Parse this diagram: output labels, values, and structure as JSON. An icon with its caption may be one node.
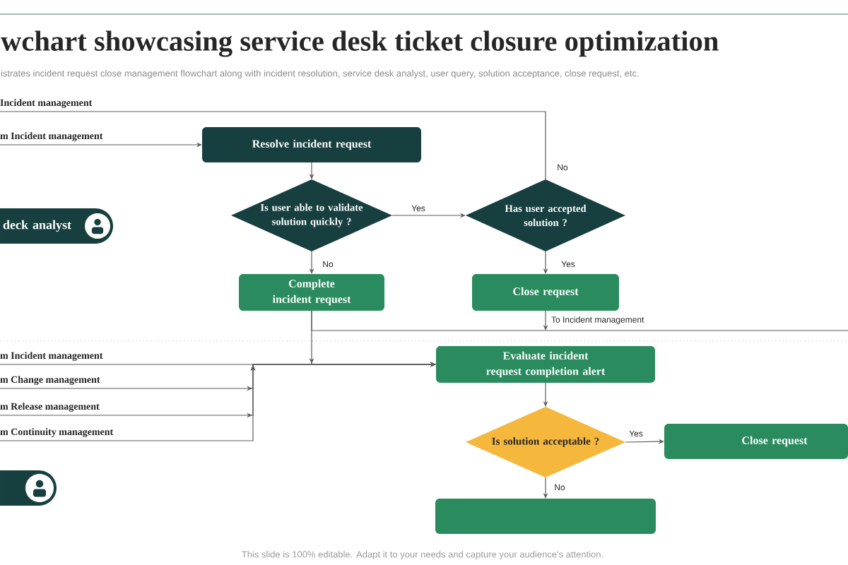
{
  "diagram": {
    "title": "wchart showcasing service desk ticket closure optimization",
    "nodes": [
      {
        "text": [
          "Incident management"
        ]
      },
      {
        "text": [
          "m Incident management"
        ]
      },
      {
        "text": [
          "Resolve incident request"
        ]
      },
      {
        "text": [
          "deck analyst"
        ]
      },
      {
        "text": [
          "Is user able to validate solution quickly ?"
        ]
      },
      {
        "text": [
          "Has user accepted solution ?"
        ]
      },
      {
        "text": [
          "Complete incident request"
        ]
      },
      {
        "text": [
          "Close request"
        ]
      },
      {
        "text": [
          "m Incident management"
        ]
      },
      {
        "text": [
          "Evaluate incident request completion alert"
        ]
      },
      {
        "text": [
          "m Change management"
        ]
      },
      {
        "text": [
          "m Release management"
        ]
      },
      {
        "text": [
          "m Continuity management"
        ]
      },
      {
        "text": [
          "Is solution acceptable ?"
        ]
      },
      {
        "text": [
          "Close request"
        ]
      },
      {
        "text": [],
        "shape": "box"
      },
      {
        "text": [],
        "shape": "box"
      }
    ],
    "edges": [
      {
        "from": 1,
        "to": 2,
        "arrow": "to"
      },
      {
        "from": 2,
        "to": 4,
        "arrow": "to"
      },
      {
        "from": 4,
        "to": 5,
        "arrow": "to",
        "label": "Yes"
      },
      {
        "from": 4,
        "to": 6,
        "arrow": "to",
        "label": "No"
      },
      {
        "from": 5,
        "to": 7,
        "arrow": "to",
        "label": "Yes"
      },
      {
        "from": 5,
        "to": 0,
        "arrow": "none",
        "label": "No"
      },
      {
        "from": 6,
        "to": 9,
        "arrow": "to"
      },
      {
        "from": 7,
        "to": null,
        "arrow": "to",
        "label": "To Incident management"
      },
      {
        "from": 6,
        "to": null,
        "arrow": "none"
      },
      {
        "from": 8,
        "to": 9,
        "arrow": "to"
      },
      {
        "from": 10,
        "to": 9,
        "arrow": "to"
      },
      {
        "from": 11,
        "to": 9,
        "arrow": "to"
      },
      {
        "from": 12,
        "to": 9,
        "arrow": "to"
      },
      {
        "from": 9,
        "to": 13,
        "arrow": "to"
      },
      {
        "from": 13,
        "to": 14,
        "arrow": "to",
        "label": "Yes"
      },
      {
        "from": 13,
        "to": 16,
        "arrow": "to",
        "label": "No"
      }
    ],
    "labels": [
      "istrates incident request close management flowchart along with incident resolution, service desk analyst, user query, solution acceptance, close request, etc.",
      "This slide is 100% editable. Adapt it to your needs and capture your audience's attention."
    ]
  }
}
